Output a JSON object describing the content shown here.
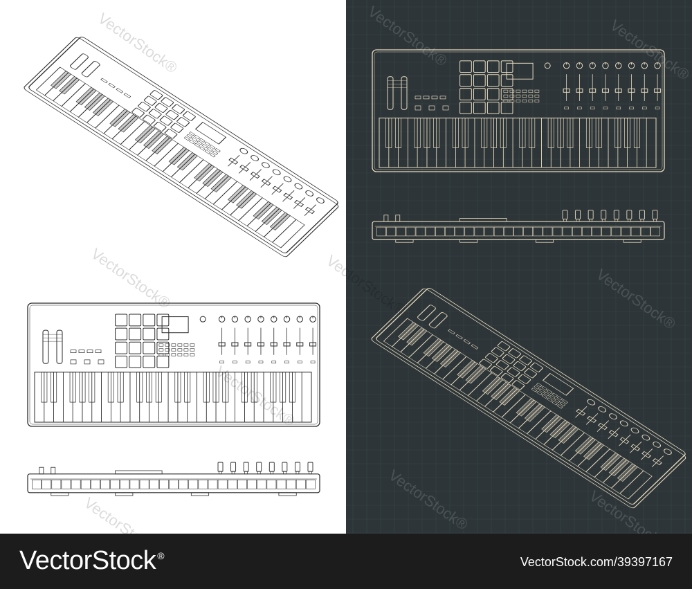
{
  "colors": {
    "light_background": "#ffffff",
    "dark_background": "#2d3538",
    "light_linework": "#2a2a2a",
    "dark_linework": "#e8dcc0",
    "footer_background": "#1c1c1c",
    "footer_text": "#ffffff"
  },
  "drawings": {
    "light_panel": [
      "isometric-view",
      "top-view",
      "front-view"
    ],
    "dark_panel": [
      "top-view",
      "front-view",
      "isometric-view"
    ],
    "white_keys_per_keyboard": 29,
    "drum_pads": 16,
    "knobs": 8,
    "faders": 8
  },
  "watermark": {
    "text": "VectorStock",
    "registered_mark": "®"
  },
  "footer": {
    "brand": "VectorStock",
    "registered_mark": "®",
    "url": "VectorStock.com/39397167"
  }
}
